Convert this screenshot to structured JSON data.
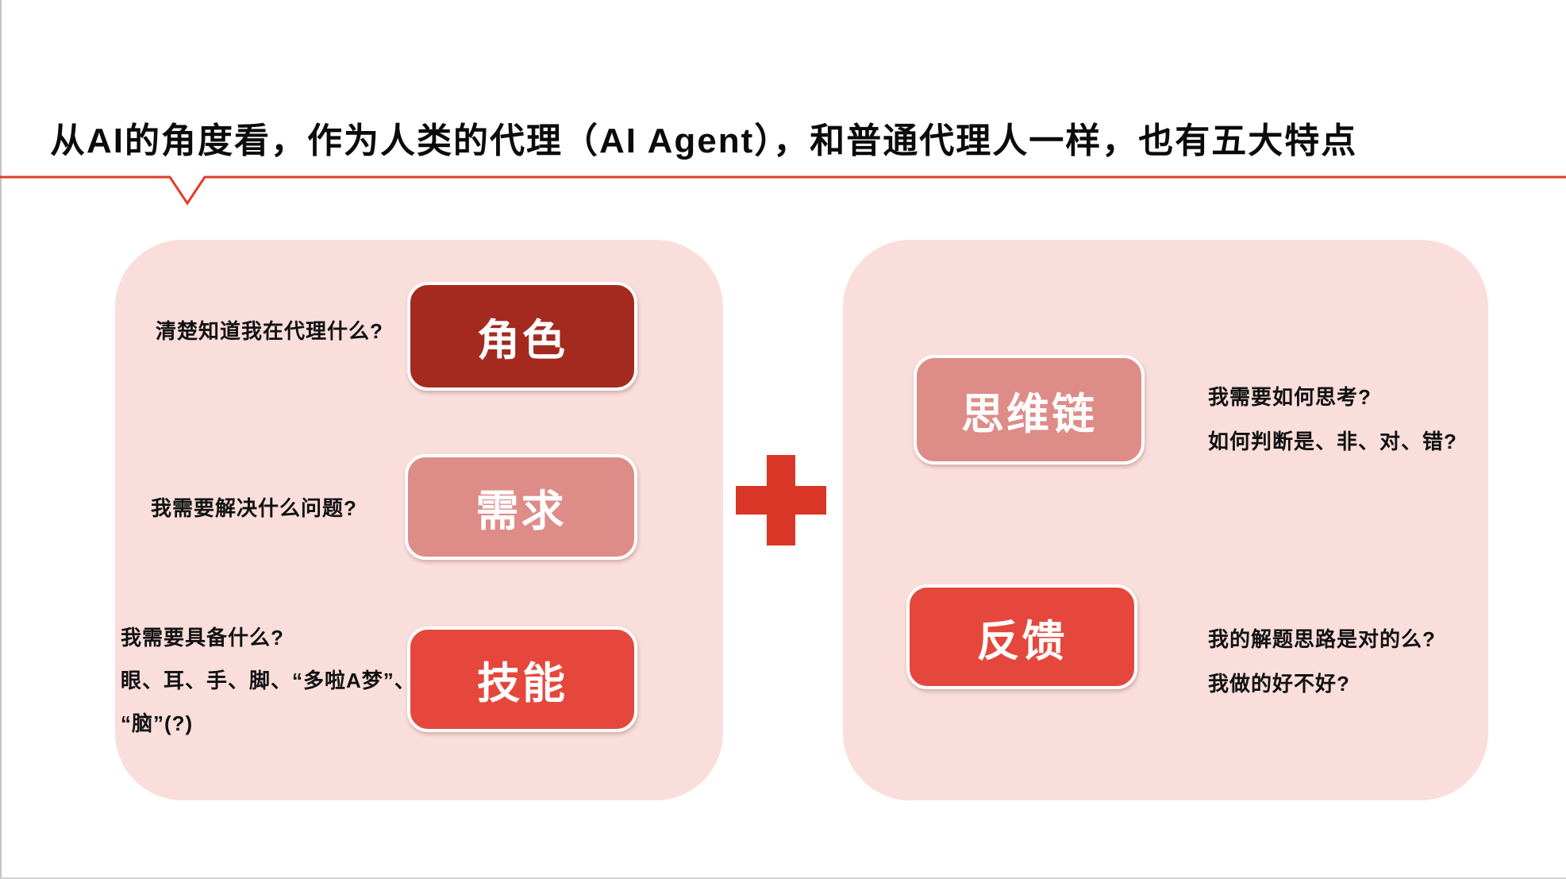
{
  "slide": {
    "title": "从AI的角度看，作为人类的代理（AI Agent），和普通代理人一样，也有五大特点",
    "left_panel": {
      "items": [
        {
          "question": "清楚知道我在代理什么?",
          "label": "角色"
        },
        {
          "question": "我需要解决什么问题?",
          "label": "需求"
        },
        {
          "question_lines": [
            "我需要具备什么?",
            "眼、耳、手、脚、“多啦A梦”、",
            "“脑”(?)"
          ],
          "label": "技能"
        }
      ]
    },
    "center_icon": "plus-icon",
    "right_panel": {
      "items": [
        {
          "label": "思维链",
          "notes": [
            "我需要如何思考?",
            "如何判断是、非、对、错?"
          ]
        },
        {
          "label": "反馈",
          "notes": [
            "我的解题思路是对的么?",
            "我做的好不好?"
          ]
        }
      ]
    },
    "colors": {
      "accent_line_red": "#E23B2A",
      "role_dark_red": "#A42A1F",
      "salmon_red": "#DE8C87",
      "bright_red": "#E5473C",
      "plus_red": "#D93628",
      "panel_pink": "#F9DEDC",
      "title_text": "#0B0B0B"
    }
  }
}
